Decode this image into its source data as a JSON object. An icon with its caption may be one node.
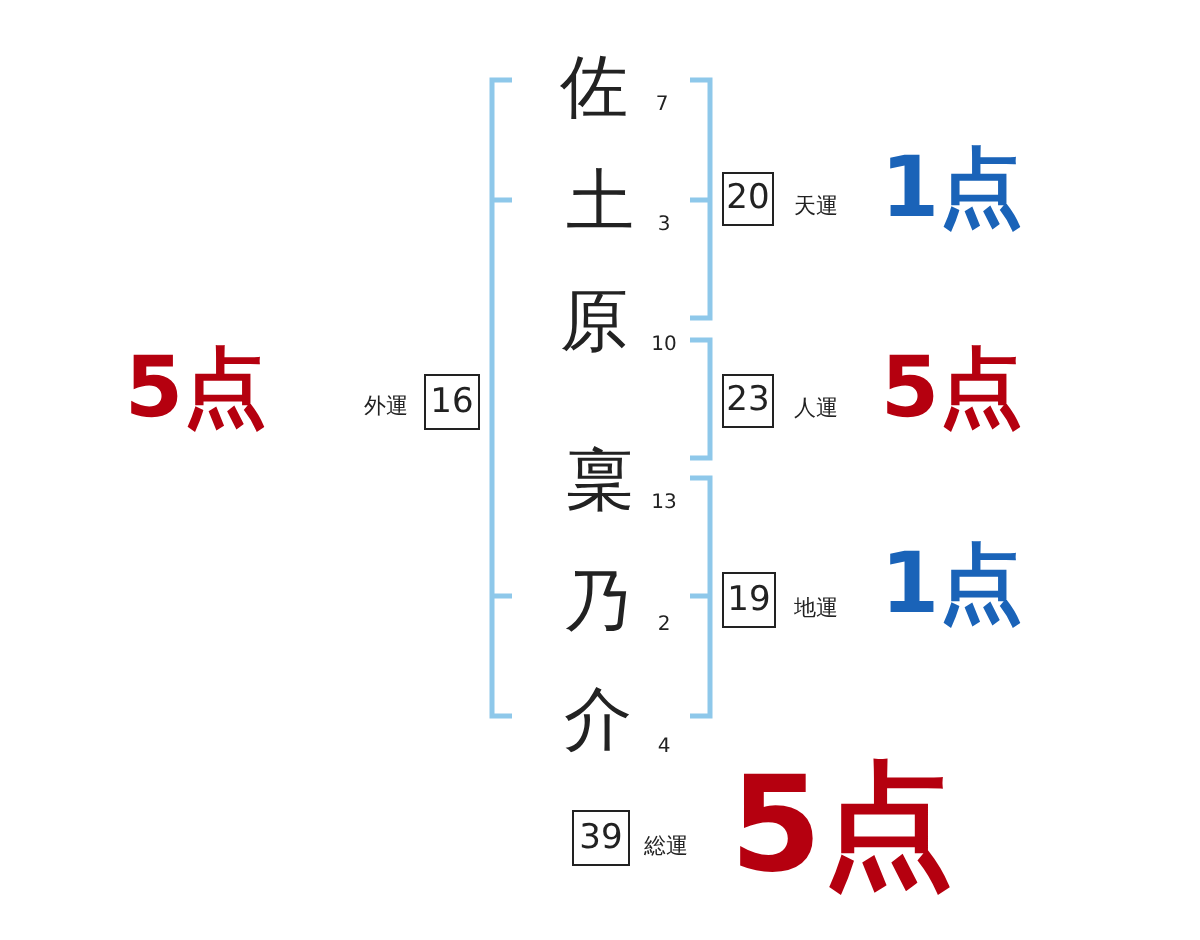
{
  "diagram": {
    "nodes": [
      {
        "text": [
          "20"
        ],
        "beside": [
          "天運",
          "1点"
        ]
      },
      {
        "text": [
          "16"
        ],
        "beside": [
          "外運",
          "5点"
        ]
      },
      {
        "text": [
          "23"
        ],
        "beside": [
          "人運",
          "5点"
        ]
      },
      {
        "text": [
          "19"
        ],
        "beside": [
          "地運",
          "1点"
        ]
      },
      {
        "text": [
          "39"
        ],
        "beside": [
          "総運",
          "5点"
        ]
      }
    ],
    "labels": [
      "佐",
      "7",
      "土",
      "3",
      "原",
      "10",
      "稟",
      "13",
      "乃",
      "2",
      "介",
      "4"
    ]
  }
}
